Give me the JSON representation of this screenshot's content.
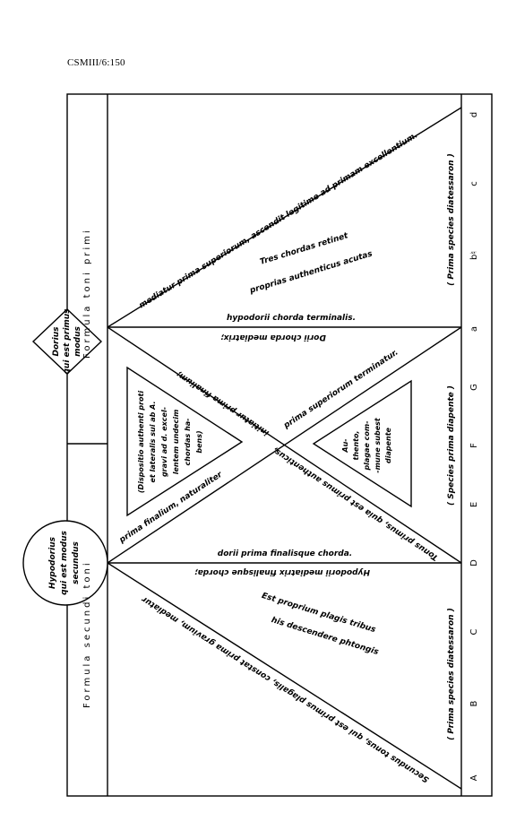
{
  "reference": "CSMIII/6:150",
  "left_column": {
    "formula_secundi": "Formula secundi toni",
    "formula_primi": "Formula toni primi"
  },
  "diamond_label": [
    "Dorius",
    "qui est primus",
    "modus"
  ],
  "circle_label": [
    "Hypodorius",
    "qui est modus",
    "secundus"
  ],
  "notes": [
    "A",
    "B",
    "C",
    "D",
    "E",
    "F",
    "G",
    "a",
    "b♮",
    "c",
    "d"
  ],
  "species": {
    "lower": "( Prima species diatessaron )",
    "middle": "( Species prima diapente )",
    "upper": "( Prima species diatessaron )"
  },
  "horizontal_labels": {
    "hypodorii_terminalis": "hypodorii chorda terminalis.",
    "dorii_mediatrix": "Dorii chorda mediatrix;",
    "dorii_finalis": "dorii prima finalisque chorda.",
    "hypodorii_mediatrix": "Hypodorii mediatrix finalisque chorda;"
  },
  "diagonals": {
    "upper_diagonal": "mediatur prima superiorum, ascendit legitime ad primam excellentium.",
    "secundus_tonus": "Secundus tonus, qui est primus plagalis, constat prima gravium, mediatur",
    "prima_finalium": "prima finalium, naturaliter",
    "initiatur": "initiatur prima finalium;",
    "tonus_primus": "Tonus primus, quia est primus authenticus,",
    "prima_superiorum": "prima superiorum terminatur."
  },
  "upper_text": [
    "Tres chordas retinet",
    "proprias authenticus acutas"
  ],
  "lower_text": [
    "Est proprium plagis tribus",
    "his descendere phtongis"
  ],
  "left_triangle": [
    "(Dispositio authenti proti",
    "et lateralis sui ab A.",
    "gravi ad d. excel-",
    "lentem undecim",
    "chordas ha-",
    "bens)"
  ],
  "right_triangle": [
    "Au-",
    "thento,",
    "plagae com-",
    "-mune subest",
    "diapente"
  ]
}
